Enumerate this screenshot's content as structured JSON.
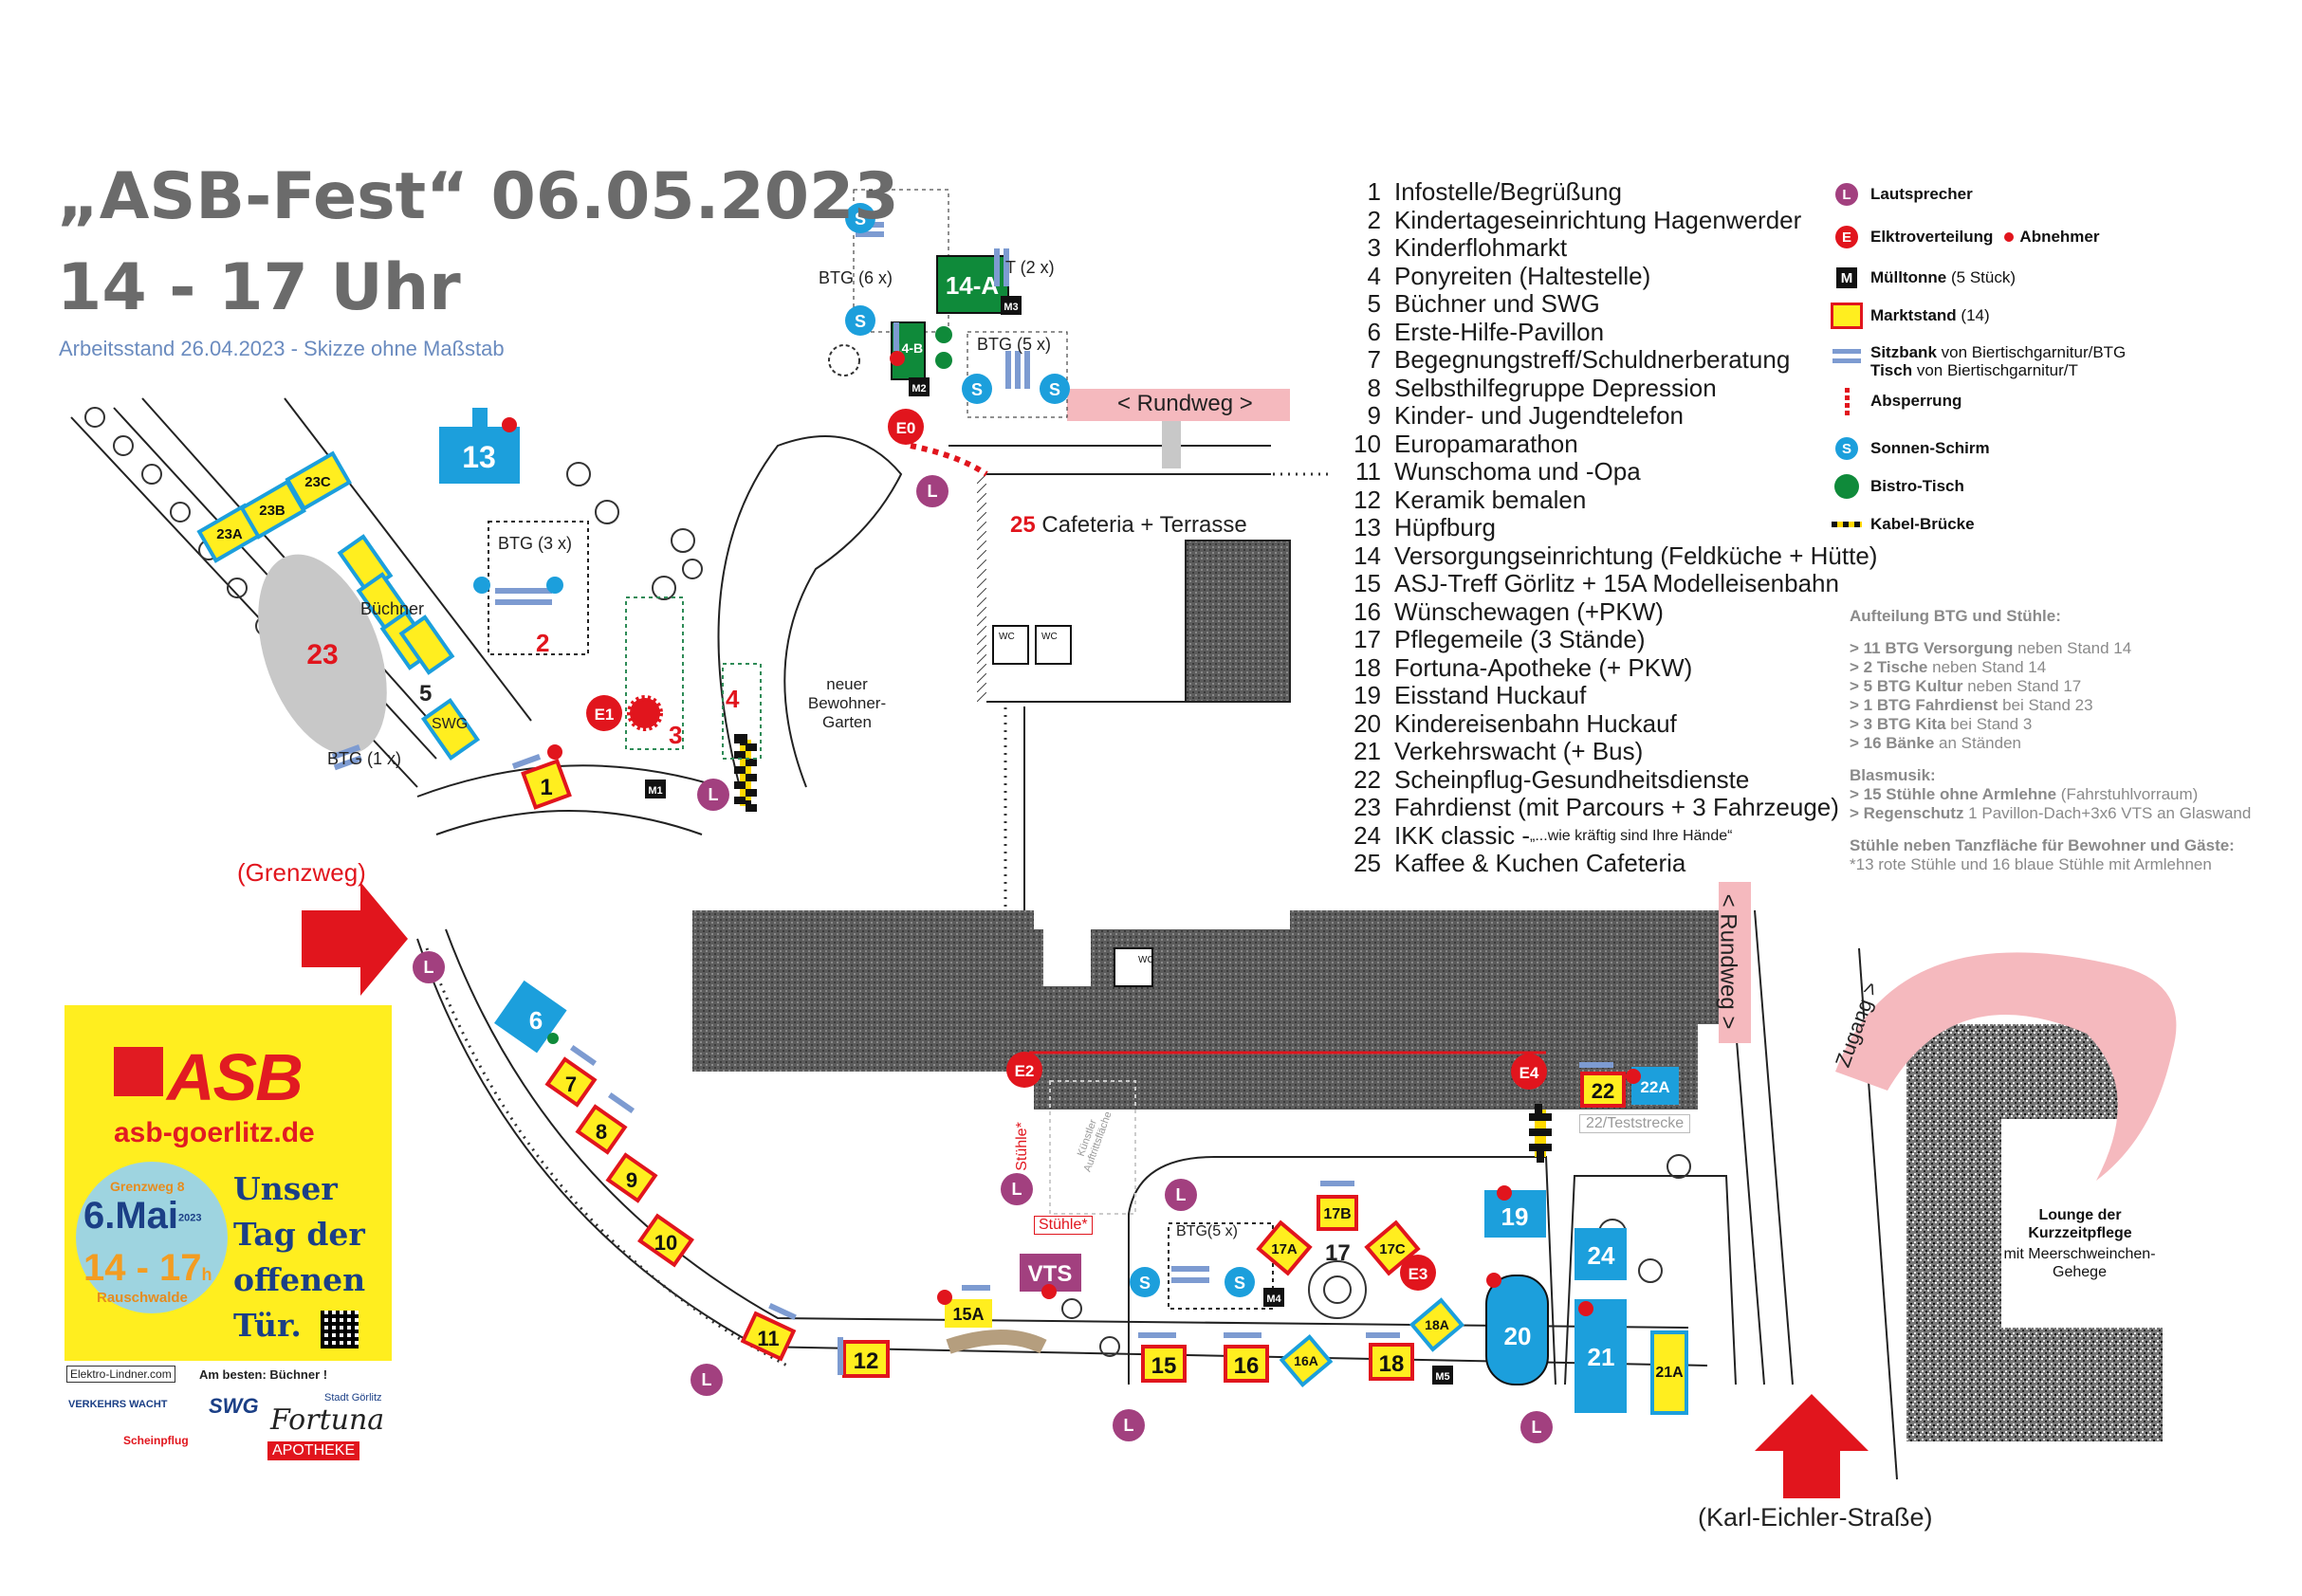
{
  "title_line1": "„ASB-Fest“ 06.05.2023",
  "title_line2": "14 - 17 Uhr",
  "subtitle": "Arbeitsstand 26.04.2023 - Skizze ohne Maßstab",
  "stations": [
    {
      "num": "1",
      "label": "Infostelle/Begrüßung"
    },
    {
      "num": "2",
      "label": "Kindertageseinrichtung Hagenwerder"
    },
    {
      "num": "3",
      "label": "Kinderflohmarkt"
    },
    {
      "num": "4",
      "label": "Ponyreiten (Haltestelle)"
    },
    {
      "num": "5",
      "label": "Büchner und SWG"
    },
    {
      "num": "6",
      "label": "Erste-Hilfe-Pavillon"
    },
    {
      "num": "7",
      "label": "Begegnungstreff/Schuldnerberatung"
    },
    {
      "num": "8",
      "label": "Selbsthilfegruppe Depression"
    },
    {
      "num": "9",
      "label": "Kinder- und Jugendtelefon"
    },
    {
      "num": "10",
      "label": "Europamarathon"
    },
    {
      "num": "11",
      "label": "Wunschoma und -Opa"
    },
    {
      "num": "12",
      "label": "Keramik bemalen"
    },
    {
      "num": "13",
      "label": "Hüpfburg"
    },
    {
      "num": "14",
      "label": "Versorgungseinrichtung (Feldküche + Hütte)"
    },
    {
      "num": "15",
      "label": "ASJ-Treff Görlitz + 15A Modelleisenbahn"
    },
    {
      "num": "16",
      "label": "Wünschewagen (+PKW)"
    },
    {
      "num": "17",
      "label": "Pflegemeile (3 Stände)"
    },
    {
      "num": "18",
      "label": "Fortuna-Apotheke (+ PKW)"
    },
    {
      "num": "19",
      "label": "Eisstand Huckauf"
    },
    {
      "num": "20",
      "label": "Kindereisenbahn Huckauf"
    },
    {
      "num": "21",
      "label": "Verkehrswacht (+ Bus)"
    },
    {
      "num": "22",
      "label": "Scheinpflug-Gesundheitsdienste"
    },
    {
      "num": "23",
      "label": "Fahrdienst (mit Parcours + 3 Fahrzeuge)"
    },
    {
      "num": "24",
      "label": "IKK classic - ",
      "note": "„...wie kräftig sind Ihre Hände“"
    },
    {
      "num": "25",
      "label": "Kaffee & Kuchen Cafeteria"
    }
  ],
  "symbols": {
    "speaker": {
      "glyph": "L",
      "label": "Lautsprecher"
    },
    "power": {
      "glyph": "E",
      "label": "Elktroverteilung",
      "extra": "Abnehmer"
    },
    "bin": {
      "glyph": "M",
      "label": "Mülltonne",
      "extra": "(5 Stück)"
    },
    "stand": {
      "label": "Marktstand",
      "extra": "(14)"
    },
    "bench_line1_bold": "Sitzbank",
    "bench_line1": "von Biertischgarnitur/BTG",
    "bench_line2_bold": "Tisch",
    "bench_line2": "von Biertischgarnitur/T",
    "barrier": "Absperrung",
    "umbrella": {
      "glyph": "S",
      "label": "Sonnen-Schirm"
    },
    "bistro": "Bistro-Tisch",
    "cable": "Kabel-Brücke",
    "colors": {
      "speaker": "#a2407f",
      "power": "#e1151d",
      "umbrella": "#1c9fdc",
      "bistro": "#0f8a3a",
      "stand": "#ffee1f",
      "stand_border": "#e1151d",
      "bench": "#7d9bd1",
      "barrier": "#e1151d"
    }
  },
  "info": {
    "btg_head": "Aufteilung BTG und Stühle:",
    "btg_rows": [
      {
        "bold": "> 11 BTG Versorgung",
        "rest": " neben Stand 14"
      },
      {
        "bold": ">   2 Tische",
        "rest": " neben Stand 14"
      },
      {
        "bold": ">   5 BTG Kultur",
        "rest": " neben Stand 17"
      },
      {
        "bold": ">   1 BTG Fahrdienst",
        "rest": " bei Stand 23"
      },
      {
        "bold": ">   3 BTG Kita",
        "rest": " bei Stand 3"
      },
      {
        "bold": "> 16 Bänke",
        "rest": " an Ständen"
      }
    ],
    "music_head": "Blasmusik:",
    "music_rows": [
      {
        "bold": "> 15 Stühle ohne Armlehne",
        "rest": " (Fahrstuhlvorraum)"
      },
      {
        "bold": "> Regenschutz",
        "rest": " 1 Pavillon-Dach+3x6 VTS an Glaswand"
      }
    ],
    "chairs_head": "Stühle neben Tanzfläche für Bewohner und Gäste:",
    "chairs_row": "*13 rote Stühle und 16 blaue Stühle mit Armlehnen"
  },
  "map": {
    "grenzweg": "(Grenzweg)",
    "karl": "(Karl-Eichler-Straße)",
    "rundweg_h": "< Rundweg >",
    "rundweg_v": "< Rundweg >",
    "zugang": "Zugang >",
    "cafeteria_num": "25",
    "cafeteria_label": "Cafeteria + Terrasse",
    "garden": "neuer Bewohner- Garten",
    "lounge_title": "Lounge der Kurzzeitpflege",
    "lounge_sub": "mit Meerschweinchen- Gehege",
    "teststrecke": "22/Teststrecke",
    "stuehle_v": "Stühle*",
    "stuehle_h": "Stühle*",
    "kuenstler": "Künstler Auftrittsfläche",
    "buechner": "Büchner",
    "swg": "SWG",
    "btg3": "BTG (3 x)",
    "btg1": "BTG (1 x)",
    "btg6": "BTG (6 x)",
    "btg5": "BTG (5 x)",
    "btg5b": "BTG(5 x)",
    "t2": "T (2 x)",
    "wc": "WC",
    "vts": "VTS",
    "stands": {
      "s1": "1",
      "s2": "2",
      "s3": "3",
      "s4": "4",
      "s5": "5",
      "s6": "6",
      "s7": "7",
      "s8": "8",
      "s9": "9",
      "s10": "10",
      "s11": "11",
      "s12": "12",
      "s13": "13",
      "s14a": "14-A",
      "s14b": "14-B",
      "s15": "15",
      "s15a": "15A",
      "s16": "16",
      "s16a": "16A",
      "s17": "17",
      "s17a": "17A",
      "s17b": "17B",
      "s17c": "17C",
      "s18": "18",
      "s18a": "18A",
      "s19": "19",
      "s20": "20",
      "s21": "21",
      "s21a": "21A",
      "s22": "22",
      "s22a": "22A",
      "s23": "23",
      "s23a": "23A",
      "s23b": "23B",
      "s23c": "23C",
      "s24": "24"
    },
    "power": {
      "e0": "E0",
      "e1": "E1",
      "e2": "E2",
      "e3": "E3",
      "e4": "E4"
    },
    "bins": {
      "m1": "M1",
      "m2": "M2",
      "m3": "M3",
      "m4": "M4",
      "m5": "M5"
    },
    "speaker": "L",
    "umbrella": "S"
  },
  "poster": {
    "logo": "ASB",
    "web": "asb-goerlitz.de",
    "address": "Grenzweg 8",
    "date": "6.Mai",
    "year": "2023",
    "time": "14 - 17",
    "time_suffix": "h",
    "place": "Rauschwalde",
    "slogan1": "Unser",
    "slogan2": "Tag der",
    "slogan3": "offenen",
    "slogan4": "Tür."
  },
  "sponsors": {
    "elektro": "Elektro-Lindner.com",
    "buechner": "Am besten: Büchner !",
    "verkehrswacht": "VERKEHRS WACHT",
    "swg": "SWG",
    "fortuna": "Fortuna",
    "apotheke": "APOTHEKE",
    "stadt": "Stadt Görlitz",
    "scheinpflug": "Scheinpflug"
  }
}
